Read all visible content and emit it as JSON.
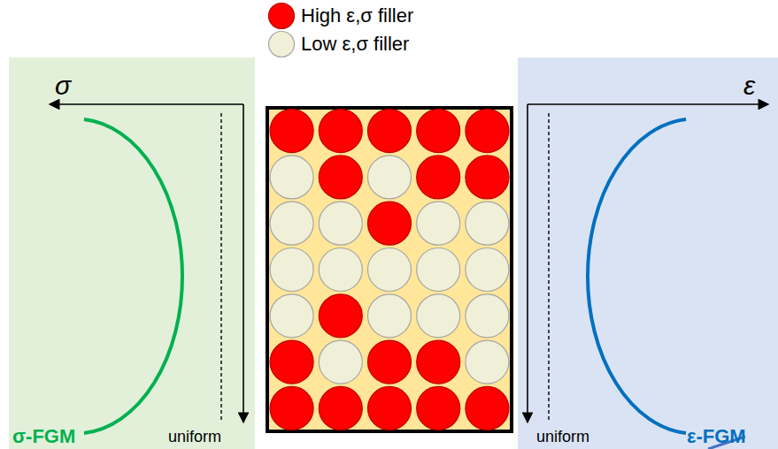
{
  "diagram": {
    "labels": [
      "σ",
      "σ-FGM",
      "uniform",
      "ε",
      "uniform",
      "ε-FGM"
    ],
    "legend": [
      {
        "text": "High ε,σ filler",
        "color": "#ff0000"
      },
      {
        "text": "Low ε,σ filler",
        "color": "#f0f0d8"
      }
    ]
  }
}
